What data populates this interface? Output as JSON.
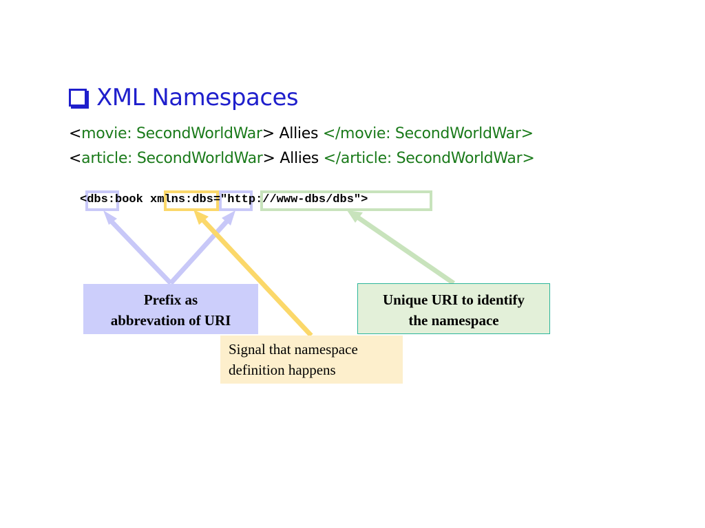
{
  "title": {
    "text": "XML Namespaces",
    "bullet_icon": "checkbox-bullet-icon",
    "color": "#1f1fcc"
  },
  "examples": [
    {
      "open_lt": "<",
      "open_tag": "movie: SecondWorldWar",
      "open_gt": ">",
      "content": " Allies ",
      "close_tag": "</movie: SecondWorldWar>"
    },
    {
      "open_lt": "<",
      "open_tag": "article: SecondWorldWar",
      "open_gt": ">",
      "content": " Allies ",
      "close_tag": "</article: SecondWorldWar>"
    }
  ],
  "code": {
    "lt": "<",
    "prefix": "dbs",
    "colon_name": ":book ",
    "xmlns": "xmlns",
    "colon": ":",
    "prefix2": "dbs",
    "eq_quote": "=\"",
    "uri": "http://www-dbs/dbs",
    "end_quote": "\"",
    "gt": ">"
  },
  "callouts": {
    "prefix": [
      "Prefix as",
      "abbrevation of URI"
    ],
    "uri": [
      "Unique URI to identify",
      "the namespace"
    ],
    "signal": [
      "Signal that namespace",
      "definition happens"
    ]
  },
  "colors": {
    "prefix": "#cccefb",
    "xmlns": "#fbd86a",
    "uri": "#c8e3bc",
    "tag_green": "#1a7a1a"
  }
}
